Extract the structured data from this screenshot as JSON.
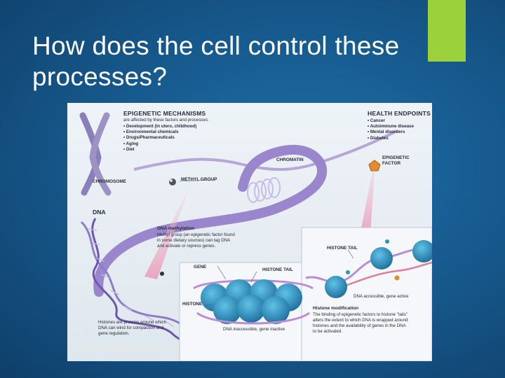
{
  "slide": {
    "title_line1": "How does the cell control these",
    "title_line2": "processes?",
    "accent_color": "#9bd13a",
    "background_color": "#1a5f94"
  },
  "figure": {
    "epigenetic_mechanisms": {
      "heading": "EPIGENETIC MECHANISMS",
      "intro_line1": "are affected by these factors and processes:",
      "items": [
        "Development (in utero, childhood)",
        "Environmental chemicals",
        "Drugs/Pharmaceuticals",
        "Aging",
        "Diet"
      ]
    },
    "health_endpoints": {
      "heading": "HEALTH ENDPOINTS",
      "items": [
        "Cancer",
        "Autoimmune disease",
        "Mental disorders",
        "Diabetes"
      ]
    },
    "labels": {
      "chromosome": "CHROMOSOME",
      "chromatin": "CHROMATIN",
      "methyl_group": "METHYL GROUP",
      "epigenetic_factor_line1": "EPIGENETIC",
      "epigenetic_factor_line2": "FACTOR",
      "dna": "DNA",
      "gene": "GENE",
      "histone_tail_left": "HISTONE TAIL",
      "histone_tail_right": "HISTONE TAIL",
      "histone": "HISTONE",
      "dna_inaccessible": "DNA inaccessible, gene inactive",
      "dna_accessible": "DNA accessible, gene active"
    },
    "dna_methylation": {
      "title": "DNA methylation",
      "line1": "Methyl group (an epigenetic factor found",
      "line2": "in some dietary sources) can tag DNA",
      "line3": "and activate or repress genes."
    },
    "histones_note": {
      "line1": "Histones are proteins around which",
      "line2": "DNA can wind for compaction and",
      "line3": "gene regulation."
    },
    "histone_modification": {
      "title": "Histone modification",
      "line1": "The binding of epigenetic factors to histone \"tails\"",
      "line2": "alters the extent to which DNA is wrapped around",
      "line3": "histones and the availability of genes in the DNA",
      "line4": "to be activated."
    }
  }
}
